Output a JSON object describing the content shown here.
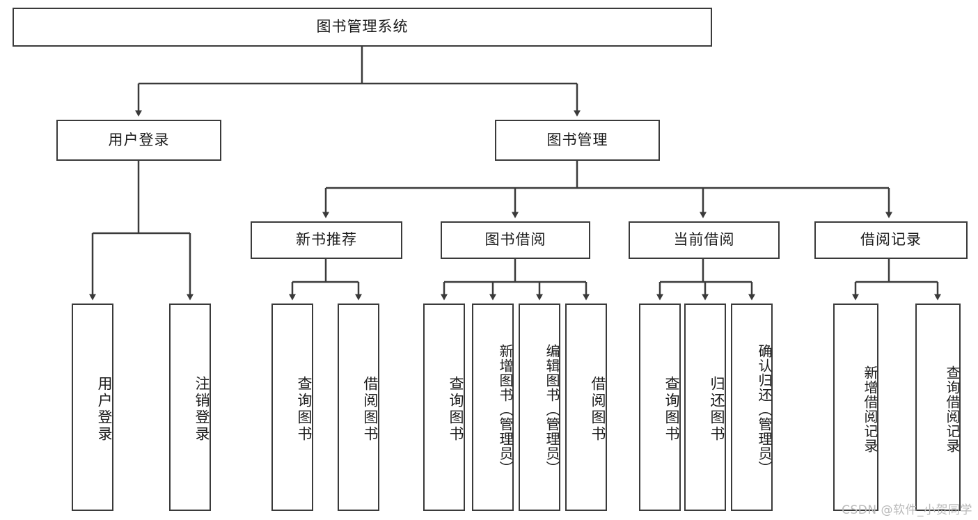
{
  "diagram": {
    "type": "tree-hierarchy",
    "title": "图书管理系统",
    "stroke_color": "#3a3a3a",
    "background_color": "#ffffff",
    "text_color": "#1b1b1b",
    "root": {
      "label": "图书管理系统"
    },
    "level1": [
      {
        "label": "用户登录"
      },
      {
        "label": "图书管理"
      }
    ],
    "level2": [
      {
        "label": "新书推荐"
      },
      {
        "label": "图书借阅"
      },
      {
        "label": "当前借阅"
      },
      {
        "label": "借阅记录"
      }
    ],
    "leaves": {
      "user_login": [
        {
          "label": "用户登录"
        },
        {
          "label": "注销登录"
        }
      ],
      "new_book_recommend": [
        {
          "label": "查询图书"
        },
        {
          "label": "借阅图书"
        }
      ],
      "book_borrow": [
        {
          "label": "查询图书"
        },
        {
          "label": "新增图书（管理员）"
        },
        {
          "label": "编辑图书（管理员）"
        },
        {
          "label": "借阅图书"
        }
      ],
      "current_borrow": [
        {
          "label": "查询图书"
        },
        {
          "label": "归还图书"
        },
        {
          "label": "确认归还（管理员）"
        }
      ],
      "borrow_records": [
        {
          "label": "新增借阅记录"
        },
        {
          "label": "查询借阅记录"
        }
      ]
    }
  },
  "watermark": {
    "text": "CSDN @软件_小贺同学",
    "color": "#b9b9b9"
  }
}
